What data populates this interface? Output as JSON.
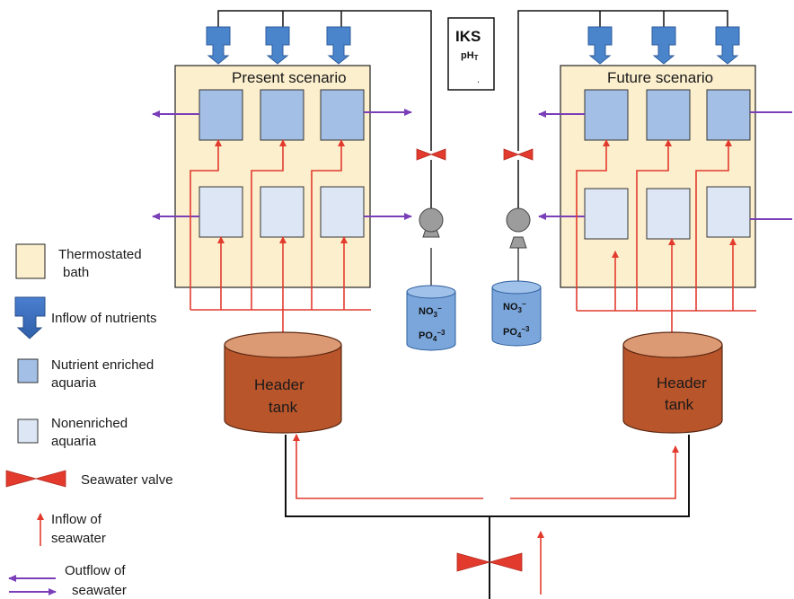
{
  "figure": {
    "present_title": "Present scenario",
    "future_title": "Future scenario",
    "sensor_title": "IKS",
    "sensor_ph": "pH",
    "sensor_ph_sub": "T",
    "sensor_dot": ".",
    "header_tank_line1": "Header",
    "header_tank_line2": "tank",
    "nutrient_no3": "NO",
    "nutrient_no3_sub": "3",
    "nutrient_no3_sup": "−",
    "nutrient_po4": "PO",
    "nutrient_po4_sub": "4",
    "nutrient_po4_sup": "−3"
  },
  "legend": {
    "bath_line1": "Thermostated",
    "bath_line2": "bath",
    "nutrients": "Inflow of nutrients",
    "enriched_line1": "Nutrient enriched",
    "enriched_line2": "aquaria",
    "nonenriched_line1": "Nonenriched",
    "nonenriched_line2": "aquaria",
    "valve": "Seawater valve",
    "inflow_line1": "Inflow of",
    "inflow_line2": "seawater",
    "outflow_line1": "Outflow of",
    "outflow_line2": "seawater"
  },
  "colors": {
    "bath": "#fcefcd",
    "nutrient_arrow": "#4a84cb",
    "enriched": "#a3bfe5",
    "nonenriched": "#dde6f4",
    "tank": "#b9552b",
    "tank_top": "#dc9a74",
    "nutrient_tank": "#7aa6db",
    "red": "#e23b2e",
    "purple": "#7a3fb8",
    "pump": "#9c9c9c"
  }
}
